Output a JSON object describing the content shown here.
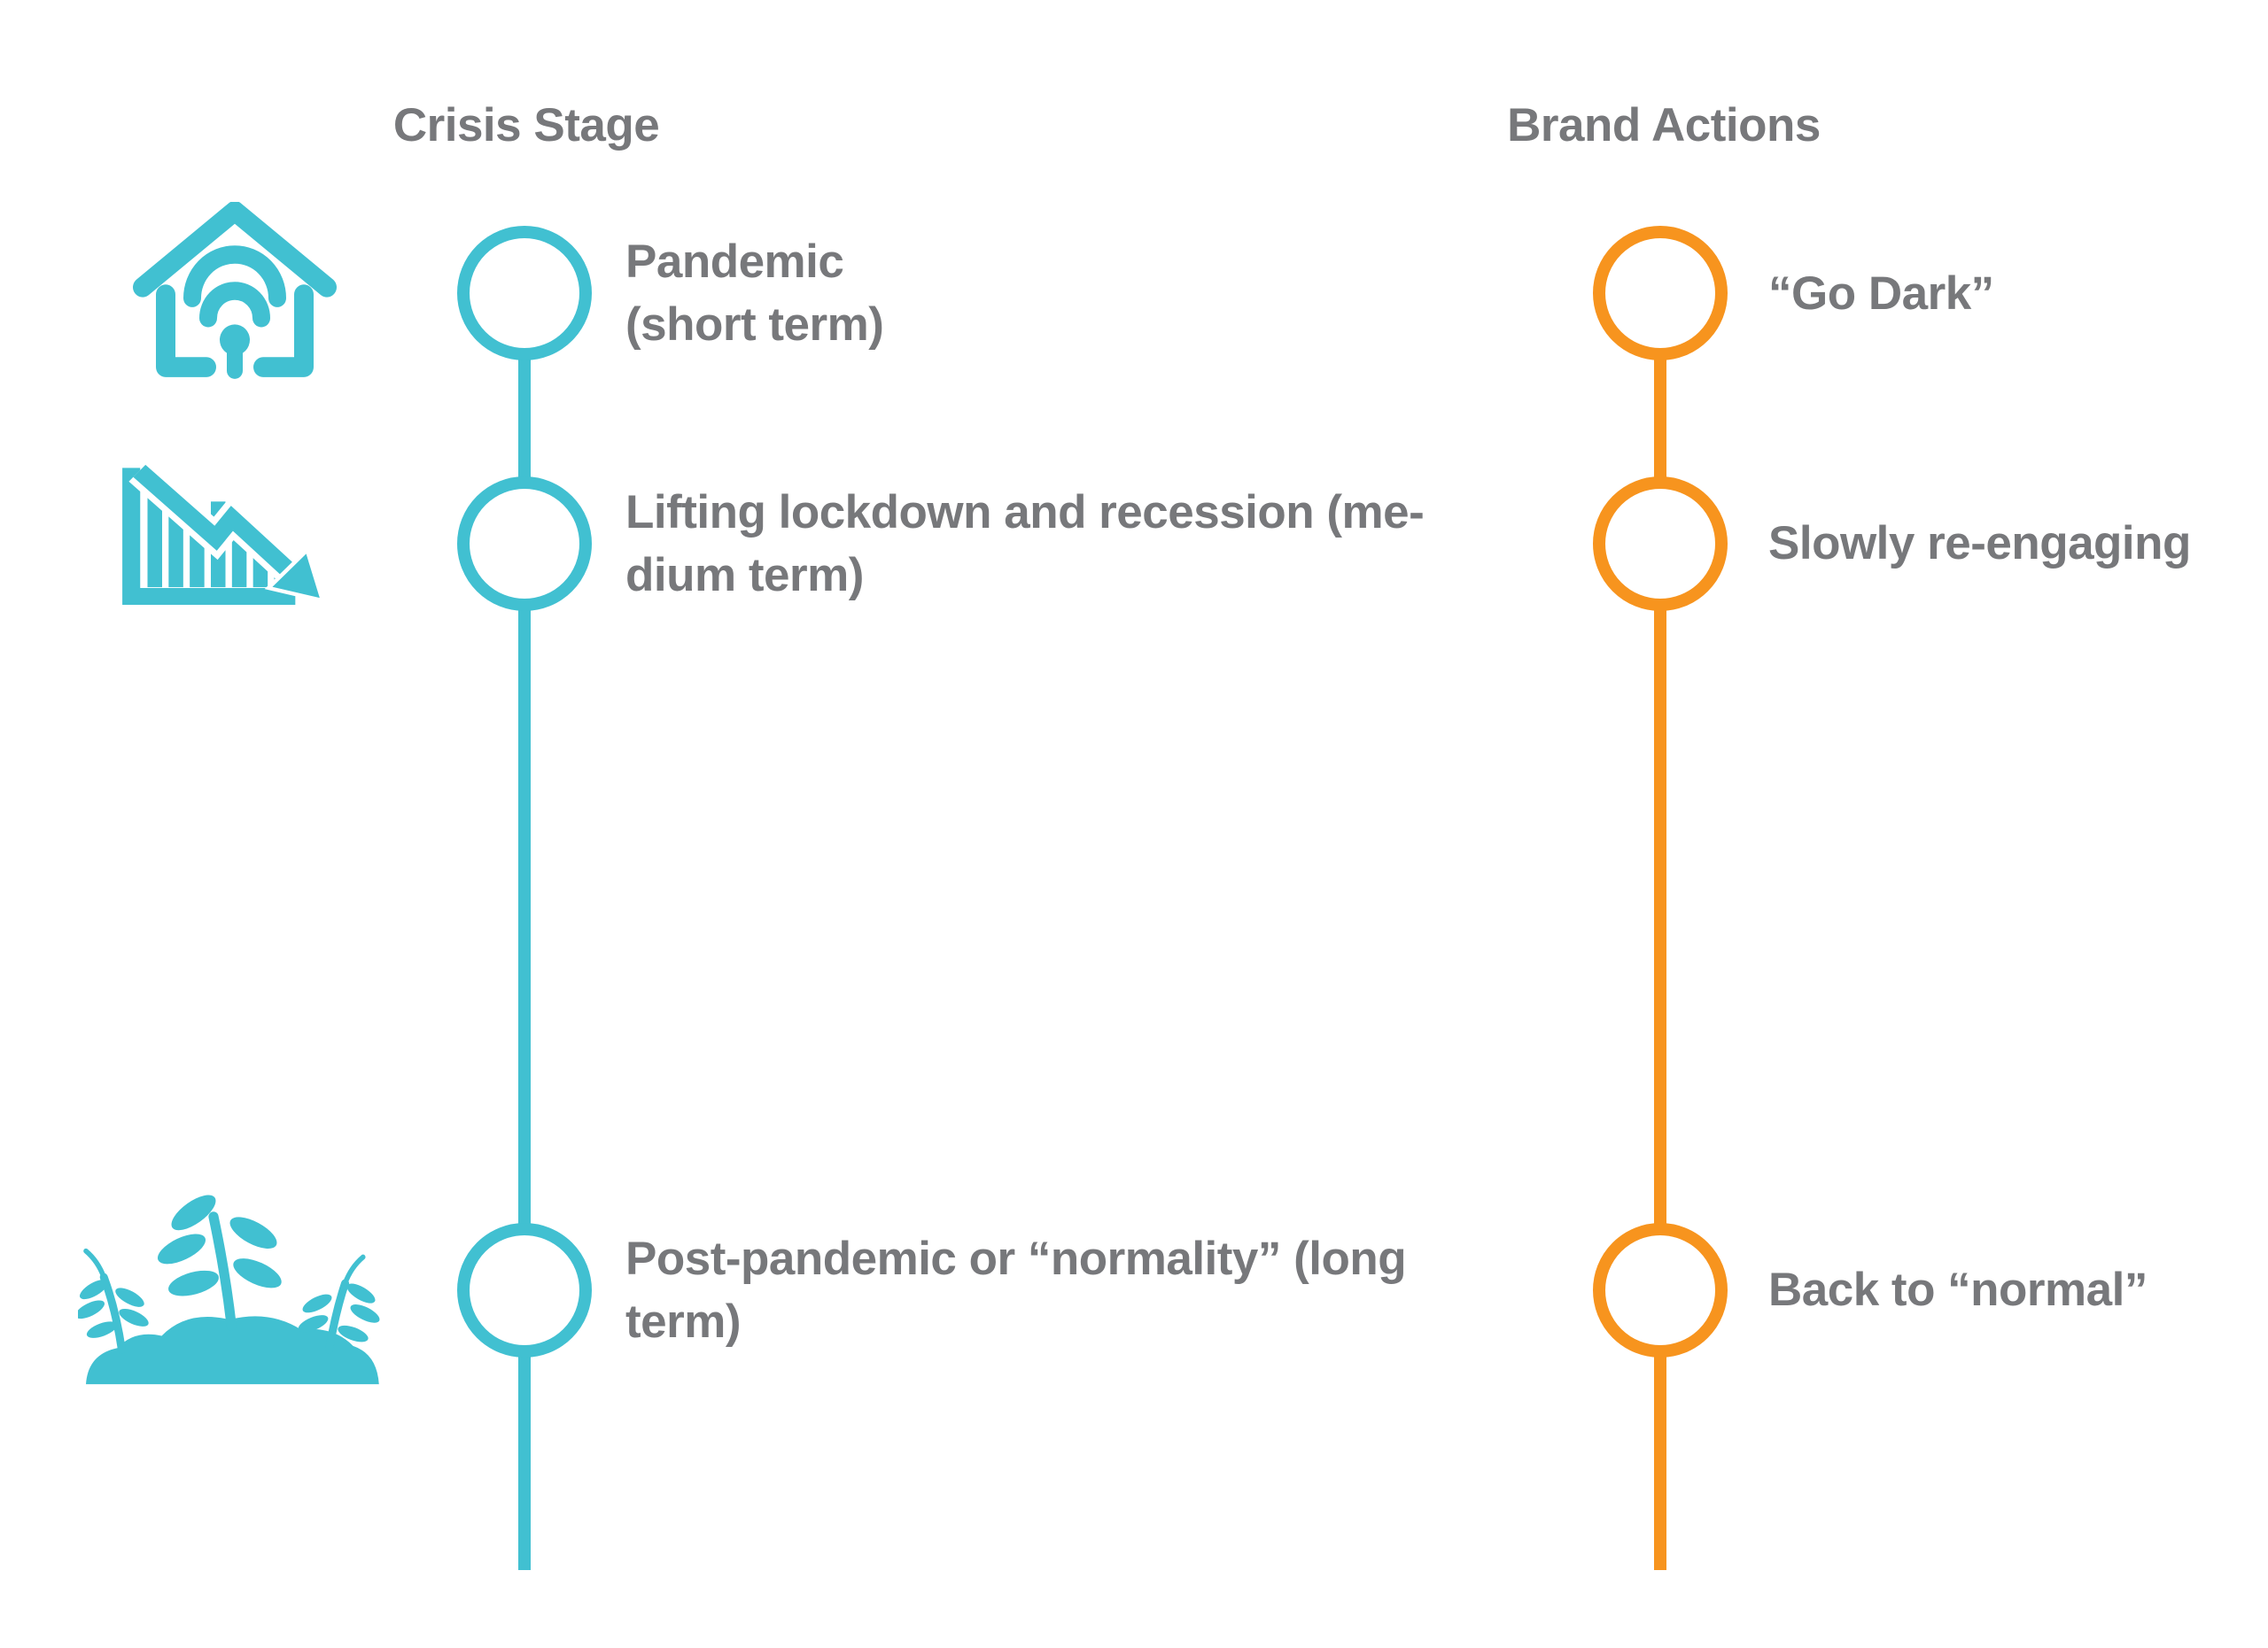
{
  "title": "Crisis Stage vs Brand Actions timeline",
  "colors": {
    "crisis_teal": "#41C0D1",
    "brand_orange": "#F7941E",
    "text_gray": "#77787B",
    "background": "#FFFFFF"
  },
  "columns": {
    "crisis": {
      "header": "Crisis Stage",
      "items": [
        {
          "label": "Pandemic\n(short term)",
          "icon": "home-wifi-icon"
        },
        {
          "label": "Lifting lockdown and recession (me-\ndium term)",
          "icon": "declining-chart-icon"
        },
        {
          "label": "Post-pandemic or “normality” (long\nterm)",
          "icon": "growth-plants-icon"
        }
      ]
    },
    "brand": {
      "header": "Brand Actions",
      "items": [
        {
          "label": "“Go Dark”"
        },
        {
          "label": "Slowly re-engaging"
        },
        {
          "label": "Back to “normal”"
        }
      ]
    }
  }
}
